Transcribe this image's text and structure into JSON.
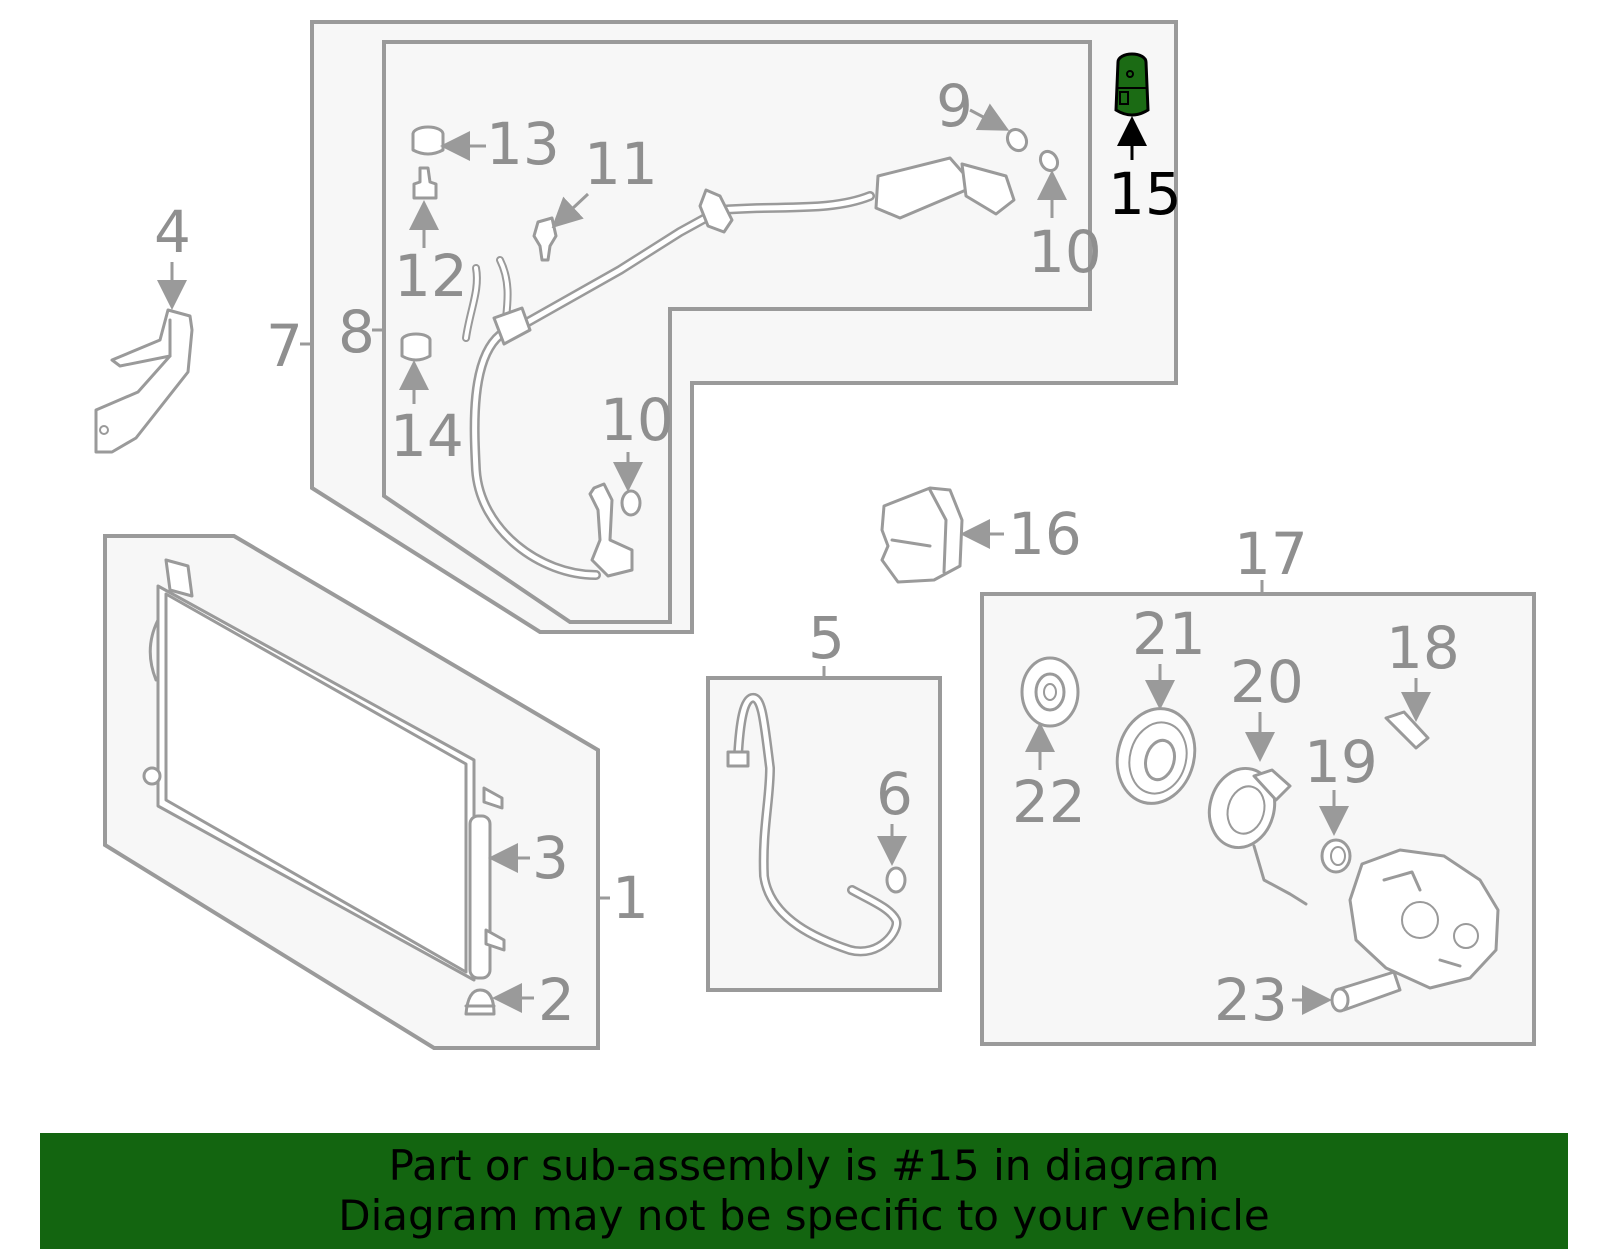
{
  "callouts": {
    "c1": "1",
    "c2": "2",
    "c3": "3",
    "c4": "4",
    "c5": "5",
    "c6": "6",
    "c7": "7",
    "c8": "8",
    "c9": "9",
    "c10a": "10",
    "c10b": "10",
    "c11": "11",
    "c12": "12",
    "c13": "13",
    "c14": "14",
    "c15": "15",
    "c16": "16",
    "c17": "17",
    "c18": "18",
    "c19": "19",
    "c20": "20",
    "c21": "21",
    "c22": "22",
    "c23": "23"
  },
  "highlight": {
    "part_number": "15",
    "color": "#1b6b14",
    "banner_color": "#136510"
  },
  "banner": {
    "line1": "Part or sub-assembly is #15 in diagram",
    "line2": "Diagram may not be specific to your vehicle"
  },
  "colors": {
    "line_gray": "#9a9a9a",
    "label_gray": "#8f8f8f",
    "panel_fill": "#f7f7f7"
  }
}
